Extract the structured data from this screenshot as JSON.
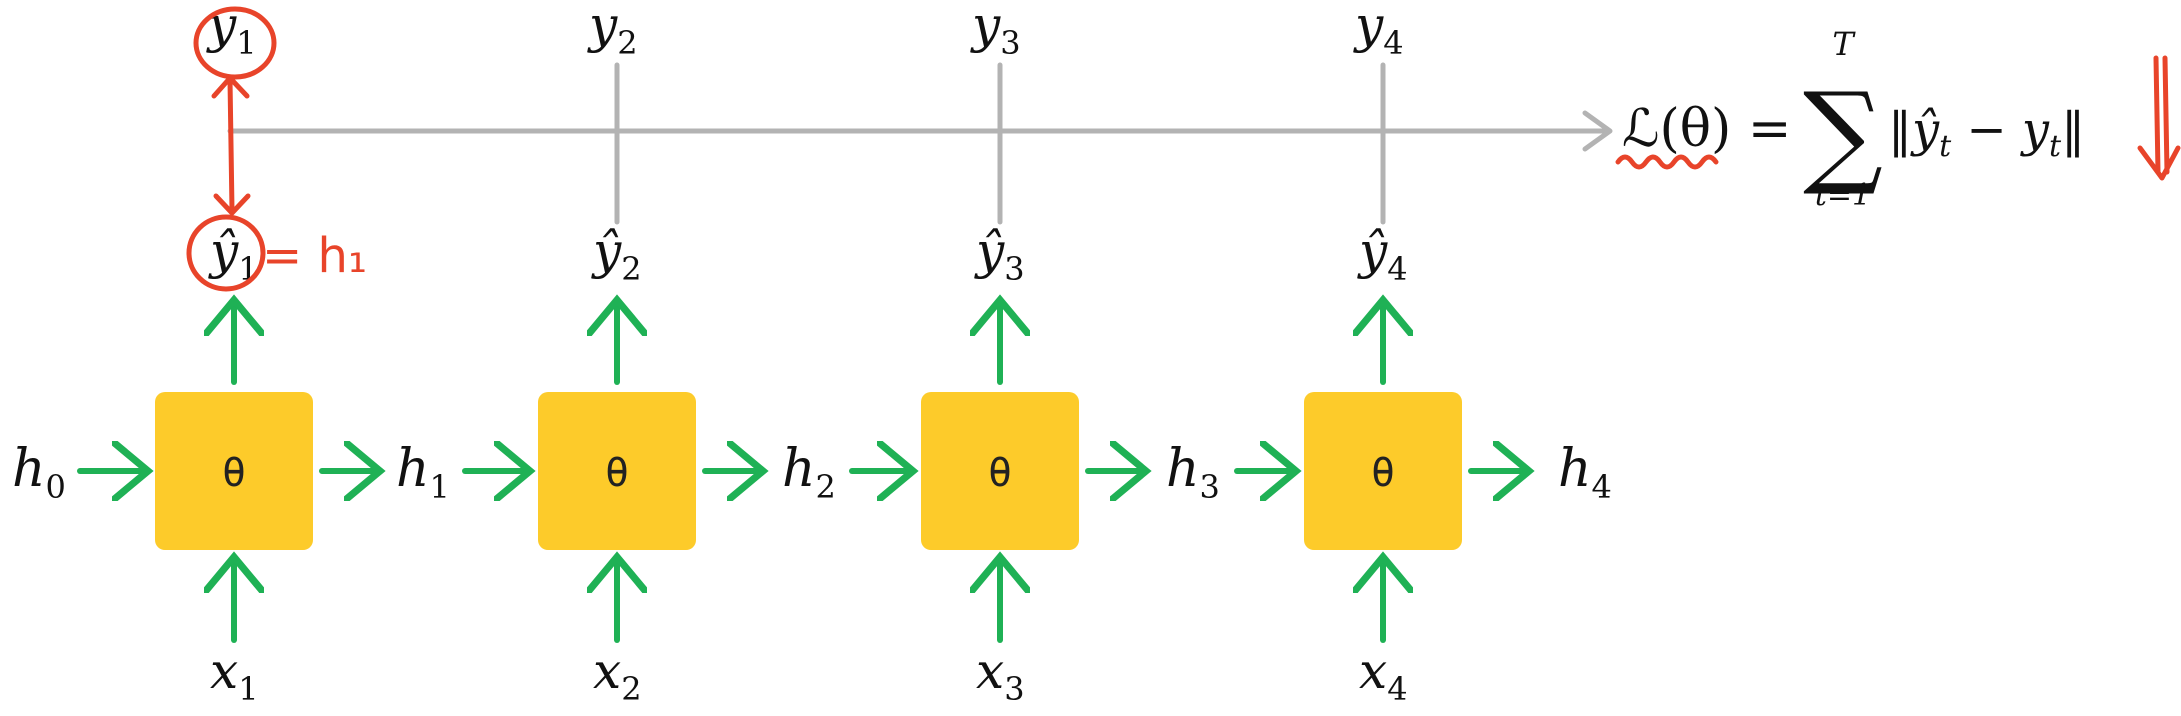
{
  "cells": [
    {
      "label": "θ",
      "x": "x",
      "x_sub": "1",
      "yhat": "ŷ",
      "yhat_sub": "1",
      "y": "y",
      "y_sub": "1",
      "h_in": "h",
      "h_in_sub": "0"
    },
    {
      "label": "θ",
      "x": "x",
      "x_sub": "2",
      "yhat": "ŷ",
      "yhat_sub": "2",
      "y": "y",
      "y_sub": "2",
      "h_in": "h",
      "h_in_sub": "1"
    },
    {
      "label": "θ",
      "x": "x",
      "x_sub": "3",
      "yhat": "ŷ",
      "yhat_sub": "3",
      "y": "y",
      "y_sub": "3",
      "h_in": "h",
      "h_in_sub": "2"
    },
    {
      "label": "θ",
      "x": "x",
      "x_sub": "4",
      "yhat": "ŷ",
      "yhat_sub": "4",
      "y": "y",
      "y_sub": "4",
      "h_in": "h",
      "h_in_sub": "3"
    }
  ],
  "final_hidden": {
    "sym": "h",
    "sub": "4"
  },
  "loss": {
    "lhs": "ℒ(θ) =",
    "sum_symbol": "∑",
    "upper": "T",
    "lower": "t=1",
    "body_open": "‖",
    "body_hat": "ŷ",
    "body_hat_sub": "t",
    "body_minus": " − ",
    "body_y": "y",
    "body_y_sub": "t",
    "body_close": "‖"
  },
  "annotation": {
    "text": "= h₁"
  },
  "colors": {
    "cell": "#fdcb2a",
    "arrow": "#1fb155",
    "loss_line": "#b3b3b3",
    "annotation": "#e8442a"
  }
}
